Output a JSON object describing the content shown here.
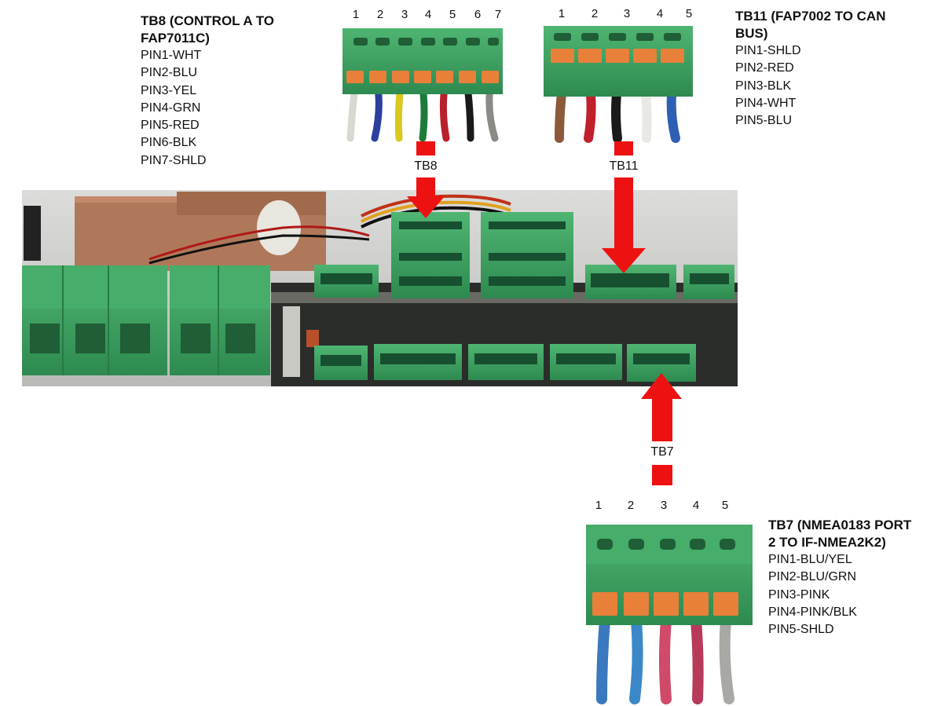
{
  "tb8": {
    "title_lines": [
      "TB8 (CONTROL A TO",
      "FAP7011C)"
    ],
    "pins": [
      "PIN1-WHT",
      "PIN2-BLU",
      "PIN3-YEL",
      "PIN4-GRN",
      "PIN5-RED",
      "PIN6-BLK",
      "PIN7-SHLD"
    ],
    "pin_numbers": [
      "1",
      "2",
      "3",
      "4",
      "5",
      "6",
      "7"
    ],
    "arrow_label": "TB8",
    "wire_colors": [
      "#d8d8d0",
      "#2a3f9e",
      "#d8c820",
      "#1d7a3a",
      "#b8202c",
      "#1a1a1a",
      "#8a8a86"
    ]
  },
  "tb11": {
    "title_lines": [
      "TB11 (FAP7002 TO CAN",
      "BUS)"
    ],
    "pins": [
      "PIN1-SHLD",
      "PIN2-RED",
      "PIN3-BLK",
      "PIN4-WHT",
      "PIN5-BLU"
    ],
    "pin_numbers": [
      "1",
      "2",
      "3",
      "4",
      "5"
    ],
    "arrow_label": "TB11",
    "wire_colors": [
      "#8a5a3a",
      "#c0202c",
      "#1a1a1a",
      "#e8e8e4",
      "#2f5fb0"
    ]
  },
  "tb7": {
    "title_lines": [
      "TB7 (NMEA0183 PORT",
      "2 TO IF-NMEA2K2)"
    ],
    "pins": [
      "PIN1-BLU/YEL",
      "PIN2-BLU/GRN",
      "PIN3-PINK",
      "PIN4-PINK/BLK",
      "PIN5-SHLD"
    ],
    "pin_numbers": [
      "1",
      "2",
      "3",
      "4",
      "5"
    ],
    "arrow_label": "TB7",
    "wire_colors": [
      "#3a78c0",
      "#3a88c8",
      "#d04a6a",
      "#b83a5a",
      "#a8a8a4"
    ]
  },
  "colors": {
    "arrow_red": "#ee1111",
    "connector_green": "#3fa564",
    "lever_orange": "#e8803a"
  }
}
